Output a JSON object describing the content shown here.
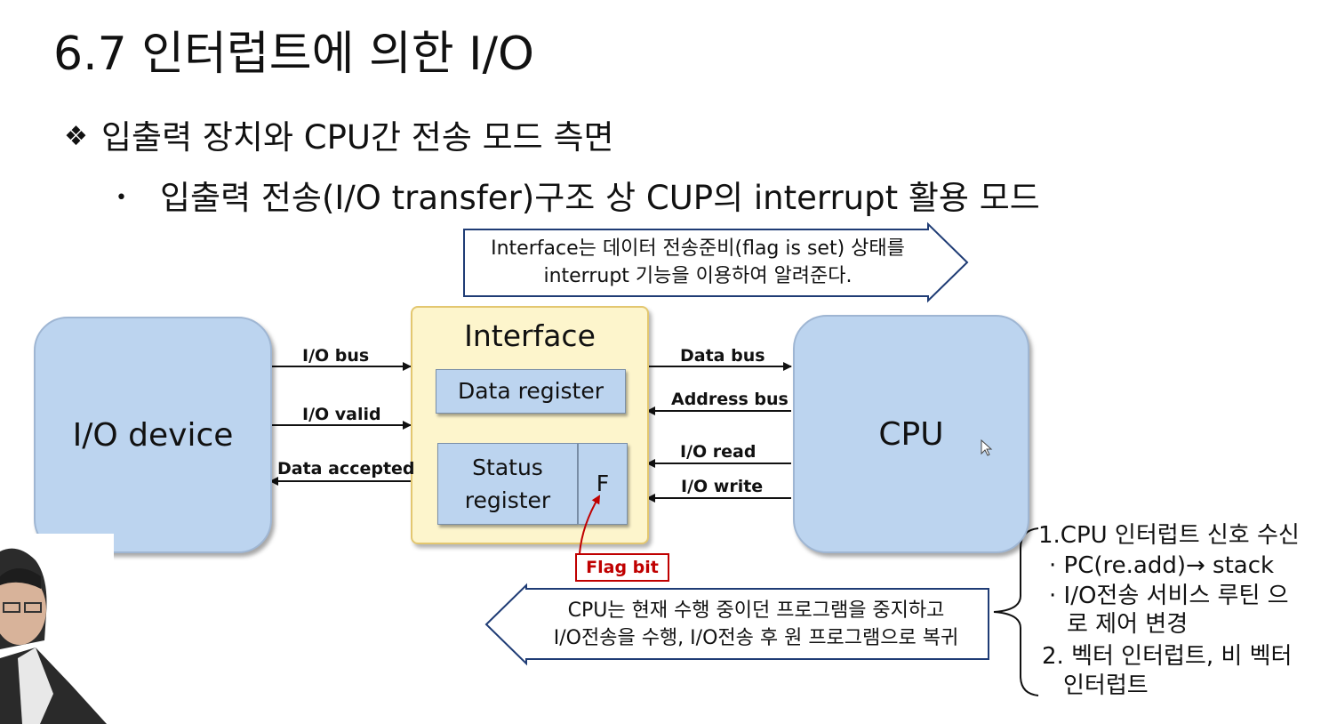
{
  "slide": {
    "title": "6.7 인터럽트에 의한 I/O",
    "bullet1_symbol": "❖",
    "bullet1": "입출력 장치와 CPU간 전송 모드 측면",
    "bullet2_symbol": "•",
    "bullet2": "입출력 전송(I/O transfer)구조 상 CUP의 interrupt 활용 모드"
  },
  "diagram": {
    "top_callout": [
      "Interface는 데이터 전송준비(flag is set) 상태를",
      "interrupt 기능을 이용하여 알려준다."
    ],
    "io_device": "I/O device",
    "interface": {
      "title": "Interface",
      "data_register": "Data register",
      "status_register": [
        "Status",
        "register"
      ],
      "flag": "F"
    },
    "cpu": "CPU",
    "left_signals": [
      "I/O bus",
      "I/O valid",
      "Data accepted"
    ],
    "right_signals": [
      "Data bus",
      "Address bus",
      "I/O read",
      "I/O write"
    ],
    "flag_bit": "Flag bit",
    "bottom_callout": [
      "CPU는 현재 수행 중이던 프로그램을 중지하고",
      "I/O전송을 수행, I/O전송 후 원 프로그램으로 복귀"
    ],
    "side_notes": [
      "1.CPU 인터럽트 신호 수신",
      "· PC(re.add)→ stack",
      "· I/O전송 서비스 루틴 으",
      "  로 제어 변경",
      "2. 벡터 인터럽트, 비 벡터",
      "  인터럽트"
    ]
  }
}
